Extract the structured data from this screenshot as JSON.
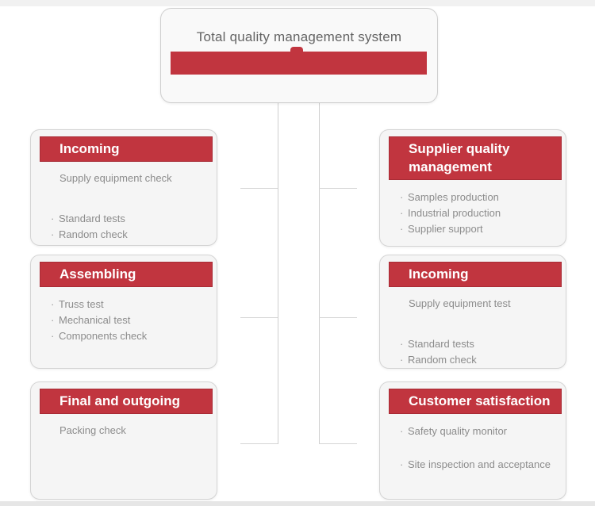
{
  "colors": {
    "accent_red": "#c1353f",
    "accent_red_border": "#a82b35",
    "box_background": "#f5f5f5",
    "box_border": "#d4d4d4",
    "header_text": "#ffffff",
    "body_text": "#8c8c8c",
    "title_text": "#646464",
    "connector_line": "#d6d6d6"
  },
  "root_box": {
    "title": "Total quality management system"
  },
  "left_column": [
    {
      "header": "Incoming",
      "intro": "Supply equipment check",
      "bullets": [
        "Standard tests",
        "Random check"
      ]
    },
    {
      "header": "Assembling",
      "bullets": [
        "Truss test",
        "Mechanical test",
        "Components check"
      ]
    },
    {
      "header": "Final and outgoing",
      "intro": "Packing check",
      "bullets": []
    }
  ],
  "right_column": [
    {
      "header": "Supplier quality management",
      "bullets": [
        "Samples production",
        "Industrial production",
        "Supplier support"
      ]
    },
    {
      "header": "Incoming",
      "intro": "Supply equipment test",
      "bullets": [
        "Standard tests",
        "Random check"
      ]
    },
    {
      "header": "Customer satisfaction",
      "bullets": [
        "Safety quality monitor",
        "Site inspection and acceptance"
      ]
    }
  ]
}
